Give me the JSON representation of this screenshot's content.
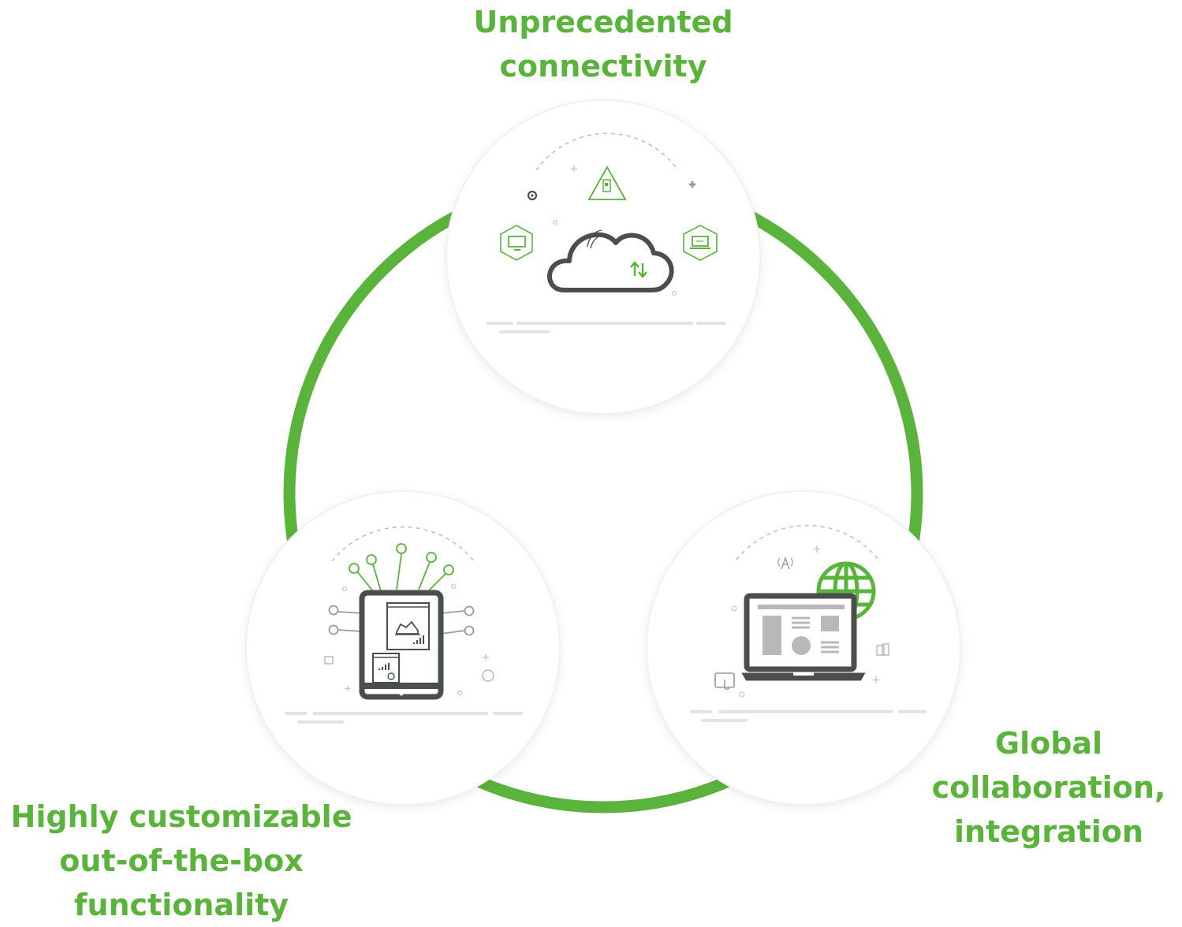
{
  "colors": {
    "accent": "#5ab43c",
    "icon_dark": "#4a4f4e",
    "circle_bg": "#ffffff",
    "line_gray": "#e3e3e3"
  },
  "ring": {
    "color": "#5ab43c"
  },
  "nodes": [
    {
      "id": "top",
      "icon": "cloud-connectivity-icon",
      "label_lines": [
        "Unprecedented",
        "connectivity"
      ]
    },
    {
      "id": "left",
      "icon": "tablet-dashboard-icon",
      "label_lines": [
        "Highly customizable",
        "out-of-the-box",
        "functionality"
      ]
    },
    {
      "id": "right",
      "icon": "laptop-globe-icon",
      "label_lines": [
        "Global",
        "collaboration,",
        "integration"
      ]
    }
  ]
}
